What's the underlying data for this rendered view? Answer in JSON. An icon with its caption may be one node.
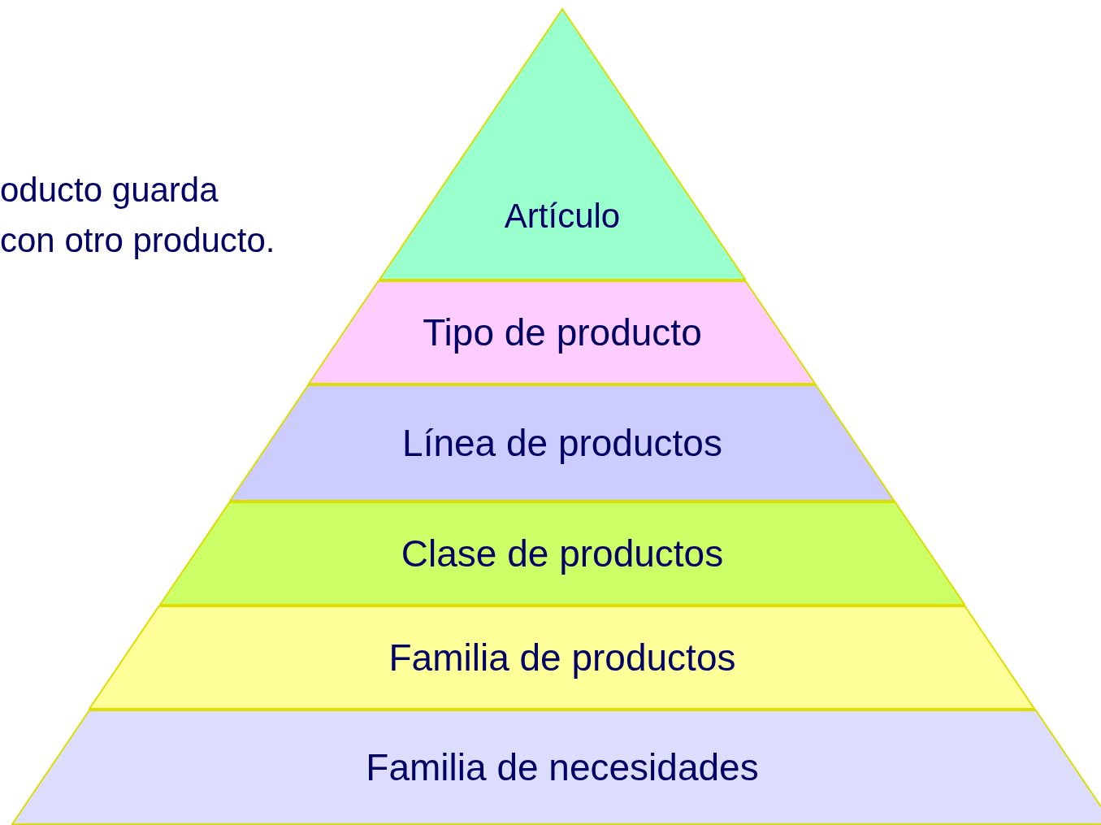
{
  "diagram": {
    "nodes": [
      {
        "text": [
          "Artículo"
        ]
      },
      {
        "text": [
          "Tipo de producto"
        ]
      },
      {
        "text": [
          "Línea de productos"
        ]
      },
      {
        "text": [
          "Clase de productos"
        ]
      },
      {
        "text": [
          "Familia de productos"
        ]
      },
      {
        "text": [
          "Familia de necesidades"
        ]
      }
    ],
    "labels": [
      "oducto guarda",
      "con otro producto."
    ]
  }
}
